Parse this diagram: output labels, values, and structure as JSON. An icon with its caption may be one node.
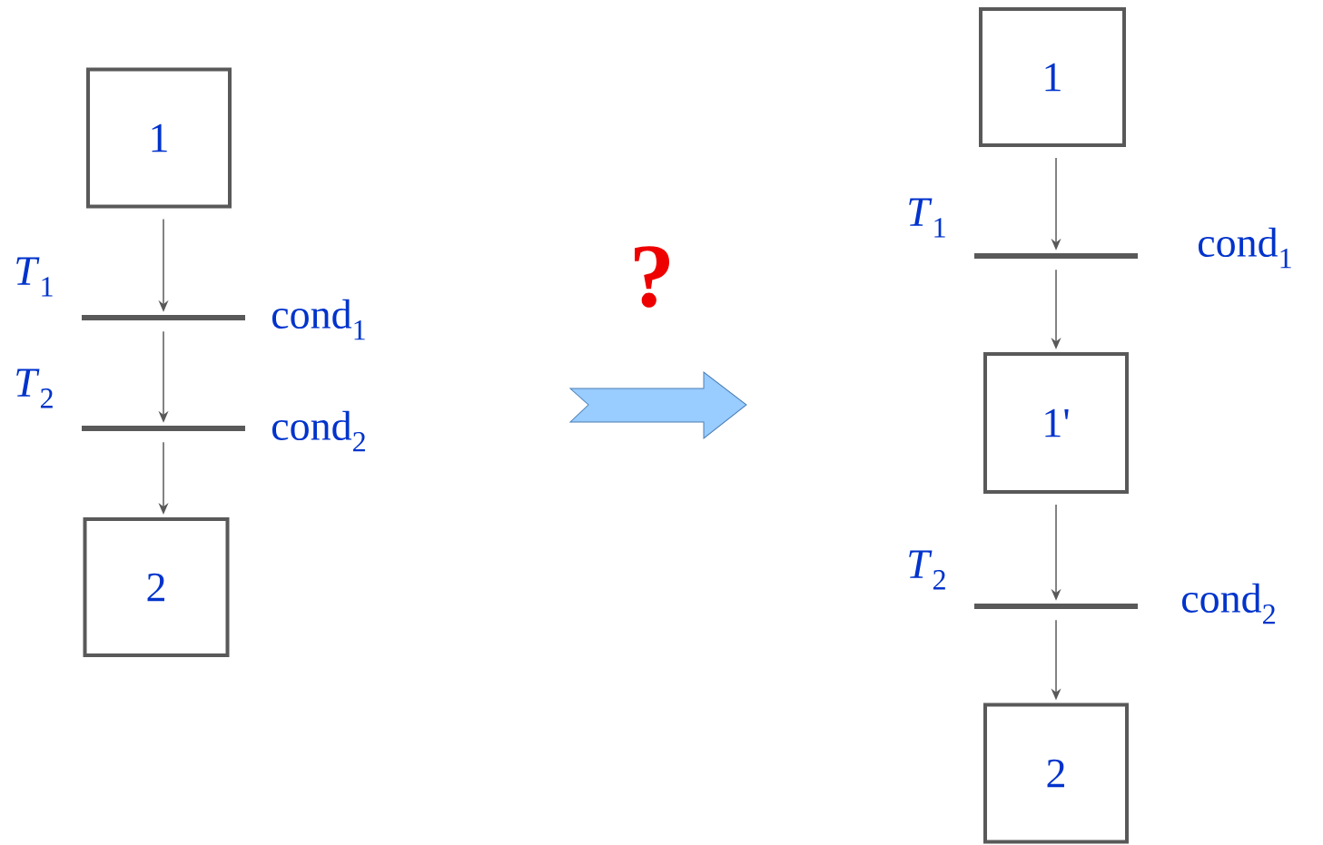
{
  "diagram": {
    "nodes": [
      {
        "text": [
          "1"
        ]
      },
      {
        "text": [],
        "shape": "bar",
        "beside": [
          "*T*$_{1}$",
          "cond$_{1}$"
        ]
      },
      {
        "text": [],
        "shape": "bar",
        "beside": [
          "*T*$_{2}$",
          "cond$_{2}$"
        ]
      },
      {
        "text": [
          "2"
        ]
      },
      {
        "text": [
          "1"
        ]
      },
      {
        "text": [],
        "shape": "bar",
        "beside": [
          "*T*$_{1}$",
          "cond$_{1}$"
        ]
      },
      {
        "text": [
          "1'"
        ]
      },
      {
        "text": [],
        "shape": "bar",
        "beside": [
          "*T*$_{2}$",
          "cond$_{2}$"
        ]
      },
      {
        "text": [
          "2"
        ]
      }
    ],
    "edges": [
      {
        "from": 0,
        "to": 1,
        "arrow": "to"
      },
      {
        "from": 1,
        "to": 2,
        "arrow": "to"
      },
      {
        "from": 2,
        "to": 3,
        "arrow": "to"
      },
      {
        "from": 4,
        "to": 5,
        "arrow": "to"
      },
      {
        "from": 5,
        "to": 6,
        "arrow": "to"
      },
      {
        "from": 6,
        "to": 7,
        "arrow": "to"
      },
      {
        "from": 7,
        "to": 8,
        "arrow": "to"
      }
    ],
    "labels": [
      "?"
    ]
  }
}
